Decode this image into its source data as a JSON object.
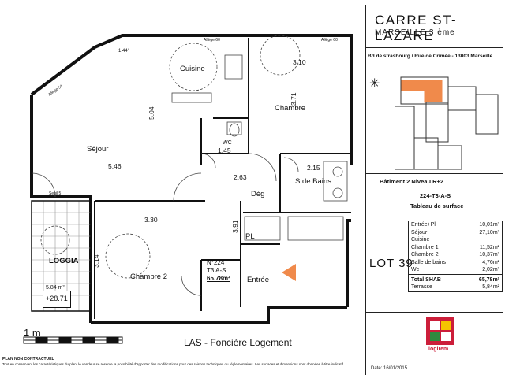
{
  "project": {
    "title": "CARRE ST-LAZARE",
    "city": "MARSEILLE 3 ème",
    "address": "Bd de strasbourg / Rue de Crimée - 13003 Marseille",
    "building": "Bâtiment  2 Niveau R+2",
    "reference": "224-T3-A-S",
    "table_title": "Tableau de surface",
    "lot": "LOT 39",
    "date": "Date: 16/01/2015"
  },
  "surfaces": [
    {
      "name": "Entrée+Pl",
      "value": "10,01m²"
    },
    {
      "name": "Séjour",
      "value": "27,10m²"
    },
    {
      "name": "Cuisine",
      "value": ""
    },
    {
      "name": "Chambre 1",
      "value": "11,52m²"
    },
    {
      "name": "Chambre 2",
      "value": "10,37m²"
    },
    {
      "name": "Salle de bains",
      "value": "4,76m²"
    },
    {
      "name": "Wc",
      "value": "2,02m²"
    }
  ],
  "totals": [
    {
      "name": "Total SHAB",
      "value": "65,78m²"
    },
    {
      "name": "Terrasse",
      "value": "5,84m²"
    }
  ],
  "plan": {
    "rooms": {
      "cuisine": "Cuisine",
      "chambre": "Chambre",
      "sejour": "Séjour",
      "wc": "WC",
      "sdb": "S.de Bains",
      "deg": "Dég",
      "pl": "PL",
      "chambre2": "Chambre 2",
      "entree": "Entrée",
      "loggia": "LOGGIA"
    },
    "dims": {
      "d504": "5.04",
      "d546": "5.46",
      "d310": "3.10",
      "d371": "3.71",
      "d145": "1.45",
      "d263": "2.63",
      "d215": "2.15",
      "d330": "3.30",
      "d391": "3.91",
      "d314": "3.14",
      "d144": "1.44°",
      "terrace_area": "5.84 m²",
      "terrace_level": "+28.71"
    },
    "small": {
      "allege1": "Allège 60",
      "allege2": "Allège 60",
      "allege3": "Allège 54",
      "seuil": "Seuil 5",
      "unit_no": "N°224",
      "unit_type": "T3  A-S",
      "unit_area": "65.78m²"
    },
    "scale": "1 m",
    "company": "LAS - Foncière Logement"
  },
  "logo_text": "logirem",
  "notice": {
    "title": "PLAN NON CONTRACTUEL",
    "text": "Tout en conservant les caractéristiques du plan, le vendeur se réserve la possibilité d'apporter des modifications pour des raisons techniques ou réglementaires. Les surfaces et dimensions sont données à titre indicatif."
  },
  "colors": {
    "accent_orange": "#f08a4b",
    "logo_red": "#cc1e3a"
  }
}
